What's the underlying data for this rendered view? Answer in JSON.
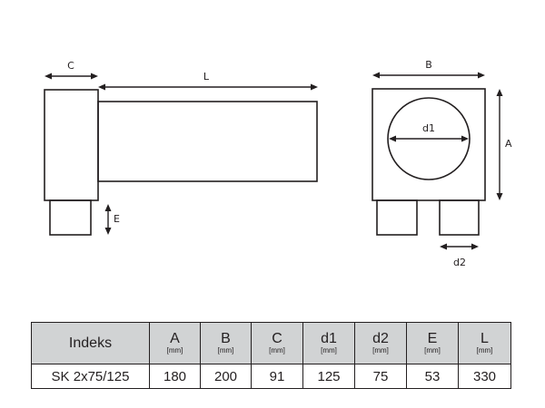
{
  "diagram": {
    "labels": {
      "side_C": "C",
      "side_L": "L",
      "side_E": "E",
      "front_B": "B",
      "front_A": "A",
      "front_d1": "d1",
      "front_d2": "d2"
    }
  },
  "spec_table": {
    "headers": [
      {
        "name": "Indeks",
        "unit": ""
      },
      {
        "name": "A",
        "unit": "[mm]"
      },
      {
        "name": "B",
        "unit": "[mm]"
      },
      {
        "name": "C",
        "unit": "[mm]"
      },
      {
        "name": "d1",
        "unit": "[mm]"
      },
      {
        "name": "d2",
        "unit": "[mm]"
      },
      {
        "name": "E",
        "unit": "[mm]"
      },
      {
        "name": "L",
        "unit": "[mm]"
      }
    ],
    "rows": [
      [
        "SK 2x75/125",
        "180",
        "200",
        "91",
        "125",
        "75",
        "53",
        "330"
      ]
    ]
  }
}
